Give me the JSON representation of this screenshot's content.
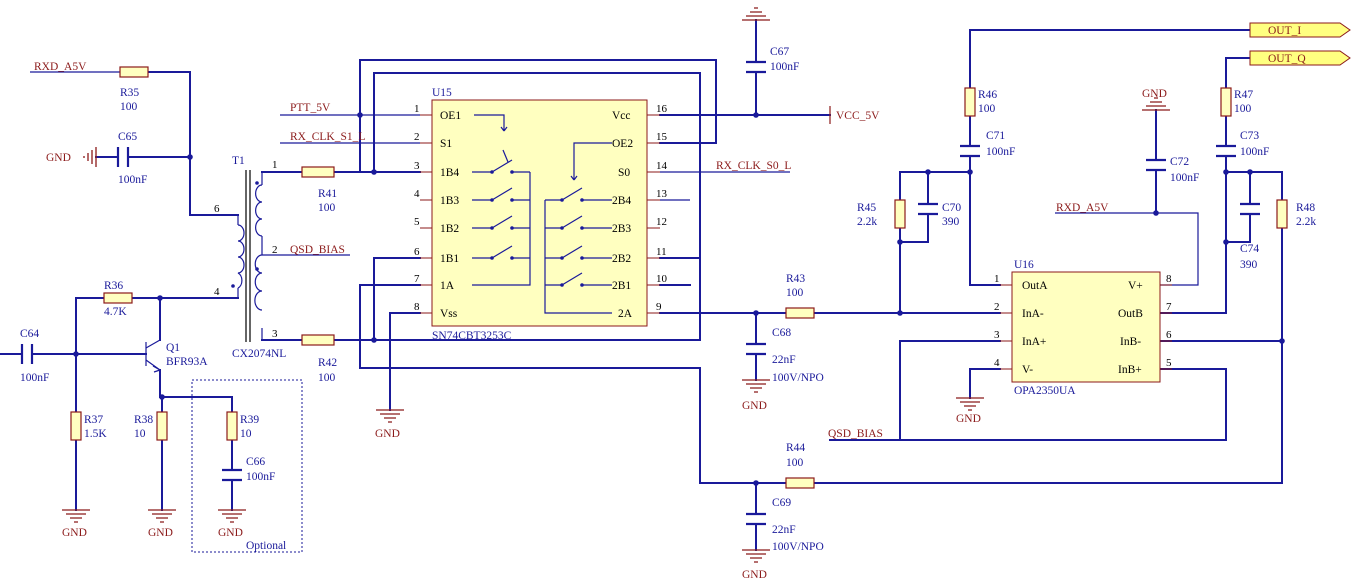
{
  "nets": {
    "rxd_a5v_left": "RXD_A5V",
    "rxd_a5v_right": "RXD_A5V",
    "ptt_5v": "PTT_5V",
    "rx_clk_s1_l": "RX_CLK_S1_L",
    "rx_clk_s0_l": "RX_CLK_S0_L",
    "qsd_bias_t1": "QSD_BIAS",
    "qsd_bias_bottom": "QSD_BIAS",
    "vcc_5v": "VCC_5V",
    "gnd": "GND",
    "out_i": "OUT_I",
    "out_q": "OUT_Q"
  },
  "components": {
    "r35": {
      "ref": "R35",
      "value": "100"
    },
    "c65": {
      "ref": "C65",
      "value": "100nF"
    },
    "t1": {
      "ref": "T1",
      "part": "CX2074NL"
    },
    "r41": {
      "ref": "R41",
      "value": "100"
    },
    "r42": {
      "ref": "R42",
      "value": "100"
    },
    "r36": {
      "ref": "R36",
      "value": "4.7K"
    },
    "c64": {
      "ref": "C64",
      "value": "100nF"
    },
    "q1": {
      "ref": "Q1",
      "part": "BFR93A"
    },
    "r37": {
      "ref": "R37",
      "value": "1.5K"
    },
    "r38": {
      "ref": "R38",
      "value": "10"
    },
    "r39": {
      "ref": "R39",
      "value": "10"
    },
    "c66": {
      "ref": "C66",
      "value": "100nF"
    },
    "optional_label": "Optional",
    "u15": {
      "ref": "U15",
      "part": "SN74CBT3253C",
      "left_pins": [
        {
          "num": "1",
          "name": "OE1"
        },
        {
          "num": "2",
          "name": "S1"
        },
        {
          "num": "3",
          "name": "1B4"
        },
        {
          "num": "4",
          "name": "1B3"
        },
        {
          "num": "5",
          "name": "1B2"
        },
        {
          "num": "6",
          "name": "1B1"
        },
        {
          "num": "7",
          "name": "1A"
        },
        {
          "num": "8",
          "name": "Vss"
        }
      ],
      "right_pins": [
        {
          "num": "16",
          "name": "Vcc"
        },
        {
          "num": "15",
          "name": "OE2"
        },
        {
          "num": "14",
          "name": "S0"
        },
        {
          "num": "13",
          "name": "2B4"
        },
        {
          "num": "12",
          "name": "2B3"
        },
        {
          "num": "11",
          "name": "2B2"
        },
        {
          "num": "10",
          "name": "2B1"
        },
        {
          "num": "9",
          "name": "2A"
        }
      ]
    },
    "c67": {
      "ref": "C67",
      "value": "100nF"
    },
    "r43": {
      "ref": "R43",
      "value": "100"
    },
    "c68": {
      "ref": "C68",
      "value": "22nF",
      "rating": "100V/NPO"
    },
    "r44": {
      "ref": "R44",
      "value": "100"
    },
    "c69": {
      "ref": "C69",
      "value": "22nF",
      "rating": "100V/NPO"
    },
    "r46": {
      "ref": "R46",
      "value": "100"
    },
    "c71": {
      "ref": "C71",
      "value": "100nF"
    },
    "r45": {
      "ref": "R45",
      "value": "2.2k"
    },
    "c70": {
      "ref": "C70",
      "value": "390"
    },
    "r47": {
      "ref": "R47",
      "value": "100"
    },
    "c73": {
      "ref": "C73",
      "value": "100nF"
    },
    "c72": {
      "ref": "C72",
      "value": "100nF"
    },
    "r48": {
      "ref": "R48",
      "value": "2.2k"
    },
    "c74": {
      "ref": "C74",
      "value": "390"
    },
    "u16": {
      "ref": "U16",
      "part": "OPA2350UA",
      "left_pins": [
        {
          "num": "1",
          "name": "OutA"
        },
        {
          "num": "2",
          "name": "InA-"
        },
        {
          "num": "3",
          "name": "InA+"
        },
        {
          "num": "4",
          "name": "V-"
        }
      ],
      "right_pins": [
        {
          "num": "8",
          "name": "V+"
        },
        {
          "num": "7",
          "name": "OutB"
        },
        {
          "num": "6",
          "name": "InB-"
        },
        {
          "num": "5",
          "name": "InB+"
        }
      ]
    }
  },
  "t1_pins": {
    "p1": "1",
    "p2": "2",
    "p3": "3",
    "p4": "4",
    "p6": "6"
  }
}
